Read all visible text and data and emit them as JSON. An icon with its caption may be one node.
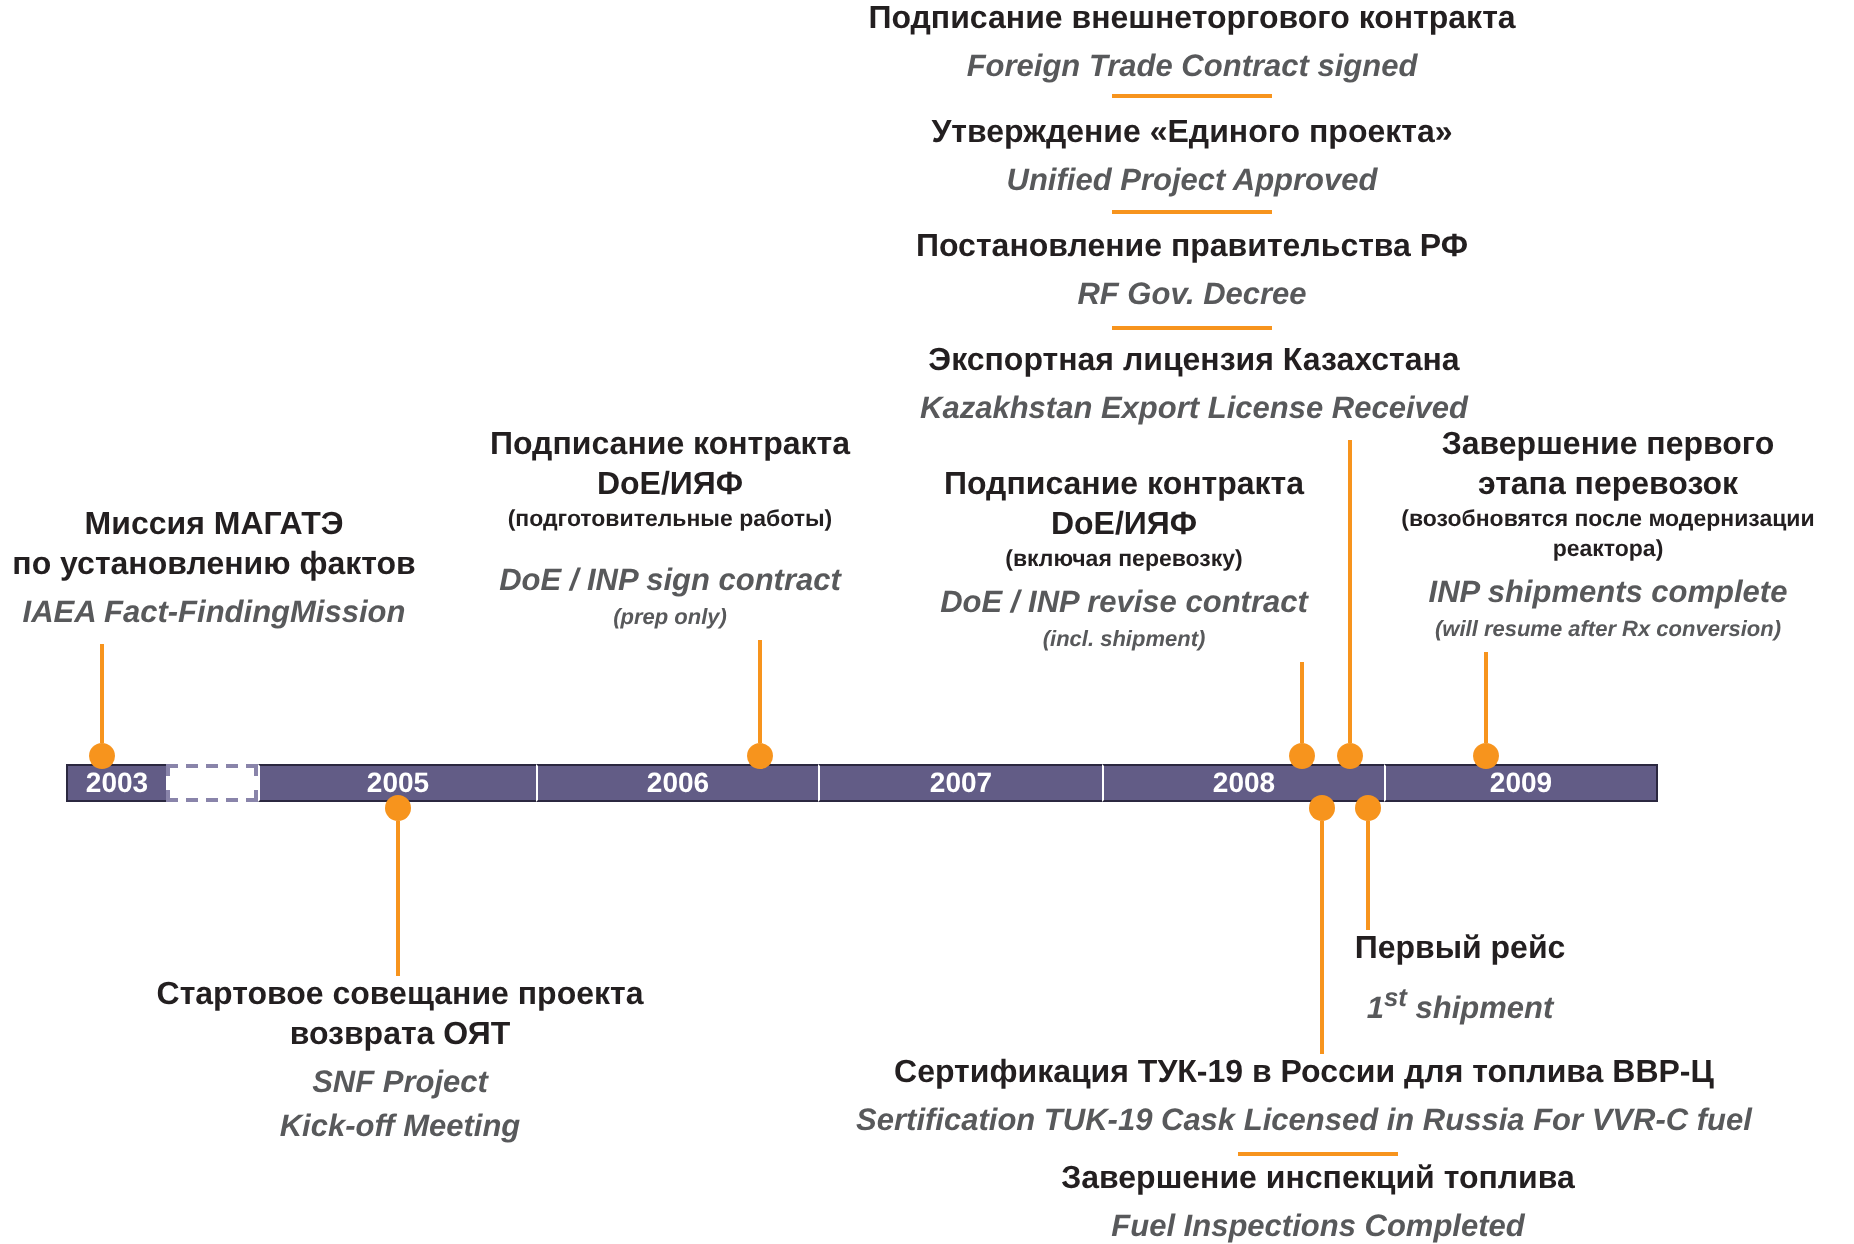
{
  "diagram": {
    "nodes": [
      {
        "text": [
          "Подписание внешнеторгового контракта",
          "Foreign Trade Contract signed"
        ]
      },
      {
        "text": [
          "Утверждение «Единого проекта»",
          "Unified Project Approved"
        ]
      },
      {
        "text": [
          "Постановление правительства РФ",
          "RF Gov. Decree"
        ]
      },
      {
        "text": [
          "Экспортная лицензия Казахстана",
          "Kazakhstan Export License Received"
        ]
      },
      {
        "text": [
          "Миссия МАГАТЭ по установлению фактов",
          "IAEA Fact-FindingMission"
        ]
      },
      {
        "text": [
          "Подписание контракта DoE/ИЯФ",
          "(подготовительные работы)",
          "DoE / INP sign contract",
          "(prep only)"
        ]
      },
      {
        "text": [
          "Подписание контракта DoE/ИЯФ",
          "(включая перевозку)",
          "DoE / INP revise contract",
          "(incl. shipment)"
        ]
      },
      {
        "text": [
          "Завершение первого этапа перевозок",
          "(возобновятся после модернизации реактора)",
          "INP shipments complete",
          "(will resume after Rx conversion)"
        ]
      },
      {
        "text": [
          "2003"
        ]
      },
      {
        "text": [],
        "shape": "box"
      },
      {
        "text": [
          "2005"
        ]
      },
      {
        "text": [
          "2006"
        ]
      },
      {
        "text": [
          "2007"
        ]
      },
      {
        "text": [
          "2008"
        ]
      },
      {
        "text": [
          "2009"
        ]
      },
      {
        "text": [
          "Стартовое совещание проекта возврата ОЯТ",
          "SNF Project Kick-off Meeting"
        ]
      },
      {
        "text": [
          "Первый рейс",
          "1$^{st}$ shipment"
        ]
      },
      {
        "text": [
          "Сертификация ТУК-19 в России для топлива ВВР-Ц",
          "Sertification TUK-19 Cask Licensed in Russia For VVR-C fuel"
        ]
      },
      {
        "text": [
          "Завершение инспекций топлива",
          "Fuel Inspections Completed"
        ]
      },
      {
        "text": [],
        "shape": "circle"
      },
      {
        "text": [],
        "shape": "circle"
      },
      {
        "text": [],
        "shape": "circle"
      },
      {
        "text": [],
        "shape": "circle"
      },
      {
        "text": [],
        "shape": "circle"
      },
      {
        "text": [],
        "shape": "circle"
      },
      {
        "text": [],
        "shape": "circle"
      },
      {
        "text": [],
        "shape": "circle"
      }
    ],
    "edges": [
      {
        "from": 4,
        "to": 19,
        "arrow": "none"
      },
      {
        "from": 15,
        "to": 20,
        "arrow": "none"
      },
      {
        "from": 5,
        "to": 21,
        "arrow": "none"
      },
      {
        "from": 6,
        "to": 22,
        "arrow": "none"
      },
      {
        "from": 17,
        "to": 23,
        "arrow": "none"
      },
      {
        "from": 3,
        "to": 24,
        "arrow": "none"
      },
      {
        "from": 16,
        "to": 25,
        "arrow": "none"
      },
      {
        "from": 7,
        "to": 26,
        "arrow": "none"
      }
    ]
  }
}
